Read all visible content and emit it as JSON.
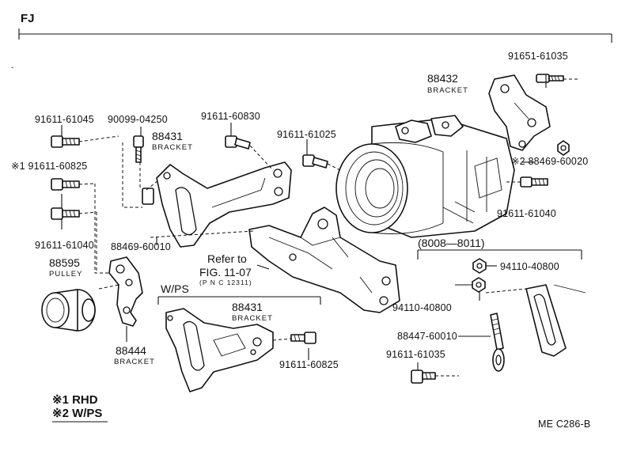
{
  "header": {
    "model": "FJ"
  },
  "parts": {
    "p1": "91651-61035",
    "p2_num": "88432",
    "p2_name": "BRACKET",
    "p3": "91611-61045",
    "p4": "90099-04250",
    "p5": "91611-60830",
    "p6": "91611-61025",
    "p7_num": "88431",
    "p7_name": "BRACKET",
    "p8": "※1 91611-60825",
    "p9": "※2 88469-60020",
    "p10": "91611-61040",
    "p11": "91611-61040",
    "p12": "88469-60010",
    "p13_num": "88595",
    "p13_name": "PULLEY",
    "p14_line1": "Refer to",
    "p14_line2": "FIG. 11-07",
    "p14_line3": "(P N C 12311)",
    "p15": "W/PS",
    "p16_num": "88431",
    "p16_name": "BRACKET",
    "p17": "91611-60825",
    "p18_num": "88444",
    "p18_name": "BRACKET",
    "p19": "(8008—8011)",
    "p20": "94110-40800",
    "p21": "94110-40800",
    "p22": "88447-60010",
    "p23": "91611-61035"
  },
  "legend": {
    "note1": "※1 RHD",
    "note2": "※2 W/PS"
  },
  "figure_code": "ME  C286-B"
}
